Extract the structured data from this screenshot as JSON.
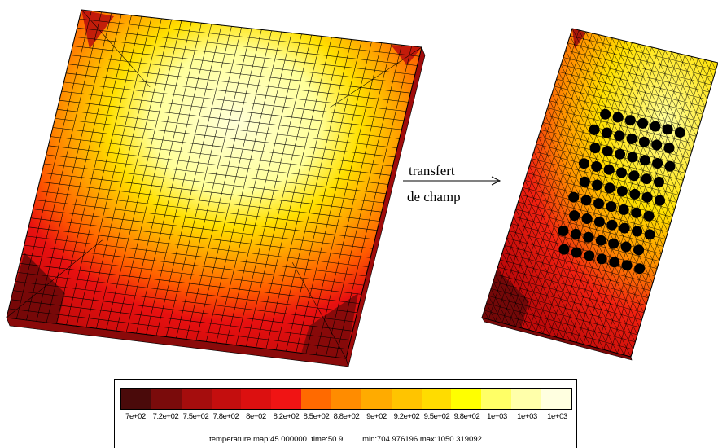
{
  "arrow": {
    "label_top": "transfert",
    "label_bottom": "de champ"
  },
  "legend": {
    "colors": [
      "#4a0a0a",
      "#7a0b0b",
      "#a50d0d",
      "#c40e0e",
      "#dc1010",
      "#f01414",
      "#ff6a00",
      "#ff8c00",
      "#ffab00",
      "#ffc400",
      "#ffdc00",
      "#ffff00",
      "#ffff66",
      "#ffffaa",
      "#ffffe0"
    ],
    "ticks": [
      "7e+02",
      "7.2e+02",
      "7.5e+02",
      "7.8e+02",
      "8e+02",
      "8.2e+02",
      "8.5e+02",
      "8.8e+02",
      "9e+02",
      "9.2e+02",
      "9.5e+02",
      "9.8e+02",
      "1e+03",
      "1e+03",
      "1e+03"
    ],
    "caption": "temperature map:45.000000  time:50.9         min:704.976196 max:1050.319092"
  }
}
